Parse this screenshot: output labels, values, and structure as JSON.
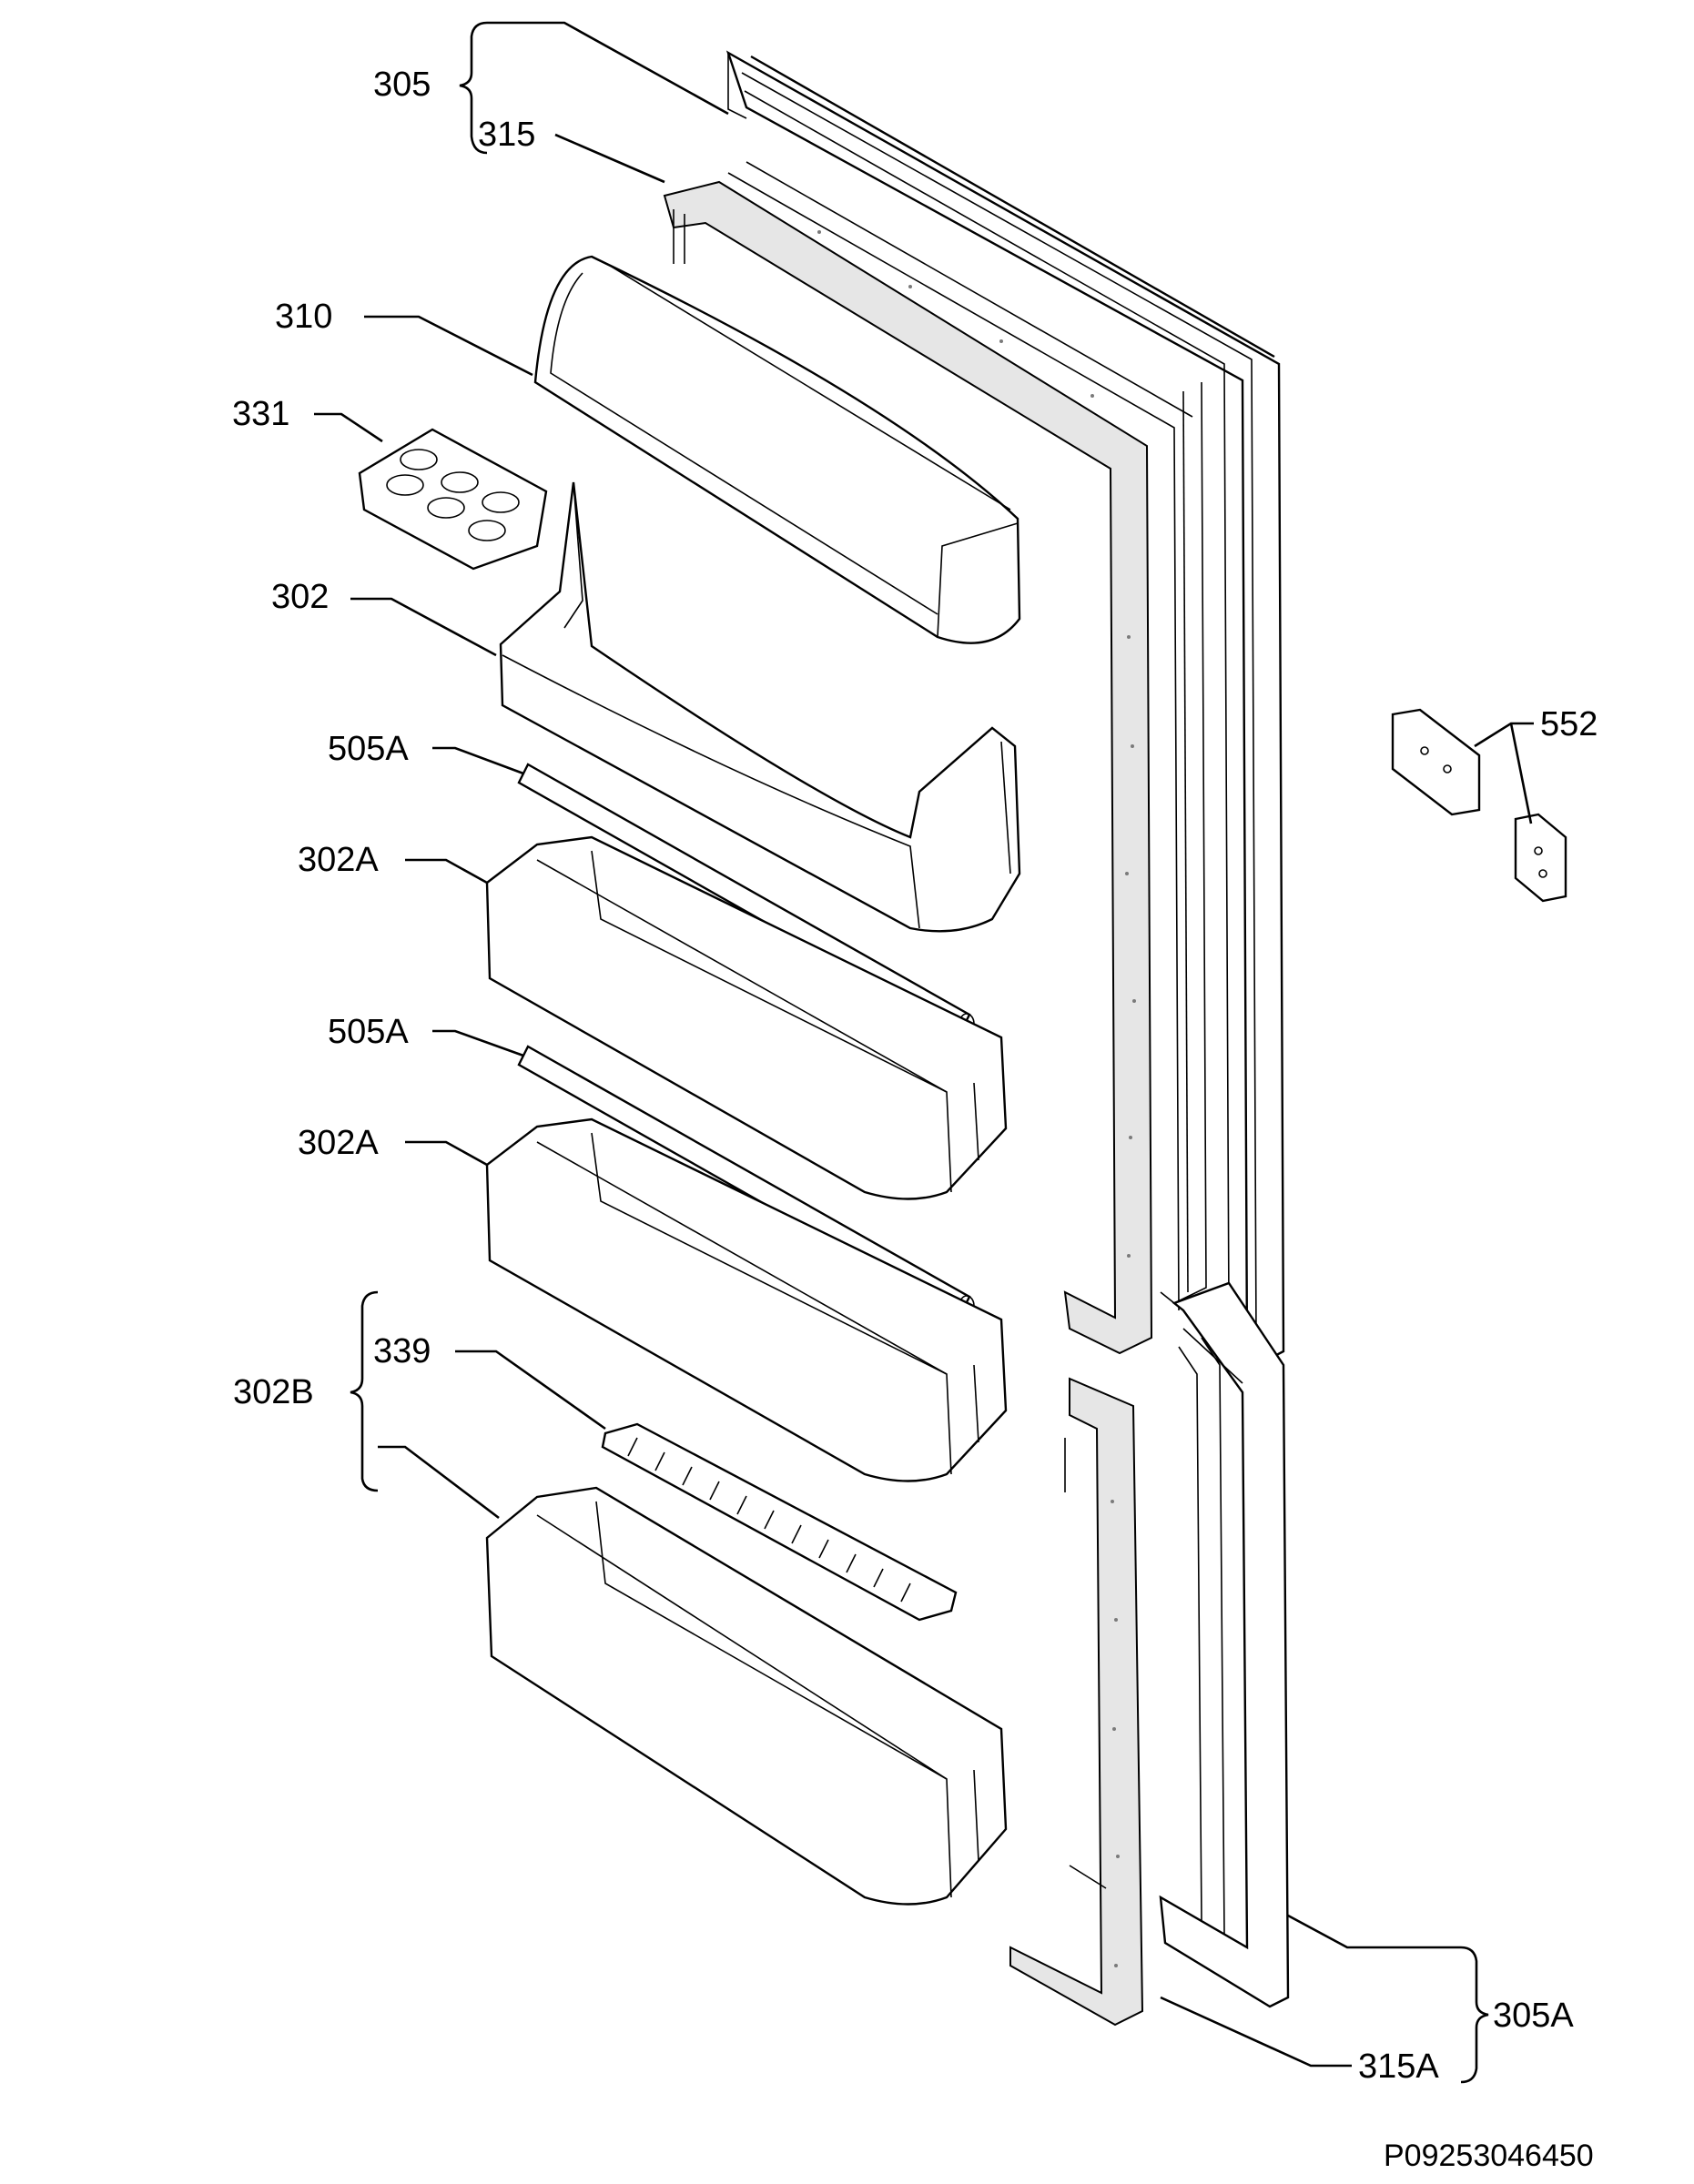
{
  "labels": {
    "l305": "305",
    "l315": "315",
    "l310": "310",
    "l331": "331",
    "l302": "302",
    "l505a_1": "505A",
    "l302a_1": "302A",
    "l505a_2": "505A",
    "l302a_2": "302A",
    "l339": "339",
    "l302b": "302B",
    "l552": "552",
    "l305a": "305A",
    "l315a": "315A"
  },
  "reference": "P09253046450"
}
